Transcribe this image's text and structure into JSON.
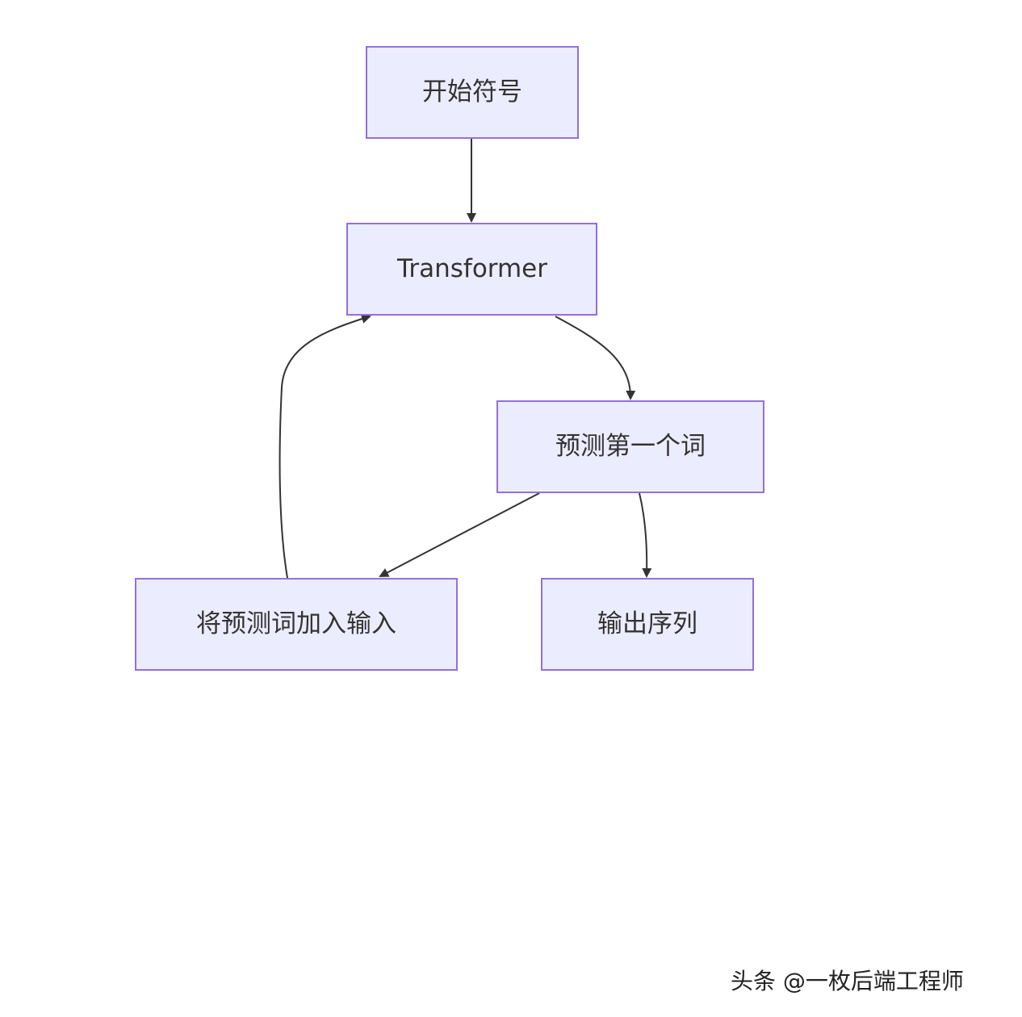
{
  "nodes": {
    "start": {
      "label": "开始符号"
    },
    "transformer": {
      "label": "Transformer"
    },
    "predict": {
      "label": "预测第一个词"
    },
    "append": {
      "label": "将预测词加入输入"
    },
    "output": {
      "label": "输出序列"
    }
  },
  "edges": [
    {
      "from": "start",
      "to": "transformer"
    },
    {
      "from": "transformer",
      "to": "predict"
    },
    {
      "from": "predict",
      "to": "append"
    },
    {
      "from": "predict",
      "to": "output"
    },
    {
      "from": "append",
      "to": "transformer"
    }
  ],
  "watermark": {
    "text": "头条 @一枚后端工程师"
  },
  "colors": {
    "node_fill": "#ECECFF",
    "node_stroke": "#9370DB",
    "edge": "#333333",
    "text": "#333333"
  }
}
